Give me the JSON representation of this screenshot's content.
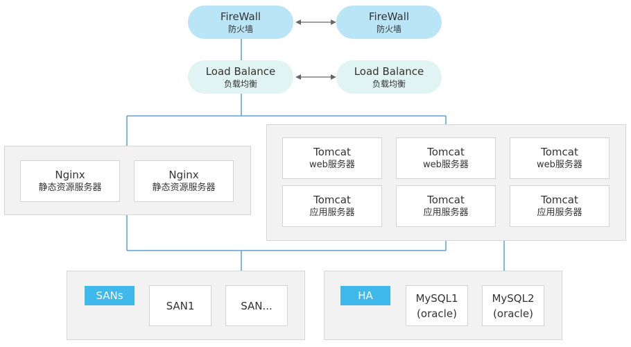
{
  "firewall": {
    "left": {
      "title": "FireWall",
      "subtitle": "防火墙"
    },
    "right": {
      "title": "FireWall",
      "subtitle": "防火墙"
    }
  },
  "load_balance": {
    "left": {
      "title": "Load Balance",
      "subtitle": "负载均衡"
    },
    "right": {
      "title": "Load Balance",
      "subtitle": "负载均衡"
    }
  },
  "nginx_group": {
    "servers": [
      {
        "title": "Nginx",
        "subtitle": "静态资源服务器"
      },
      {
        "title": "Nginx",
        "subtitle": "静态资源服务器"
      }
    ]
  },
  "tomcat_group": {
    "web_servers": [
      {
        "title": "Tomcat",
        "subtitle": "web服务器"
      },
      {
        "title": "Tomcat",
        "subtitle": "web服务器"
      },
      {
        "title": "Tomcat",
        "subtitle": "web服务器"
      }
    ],
    "app_servers": [
      {
        "title": "Tomcat",
        "subtitle": "应用服务器"
      },
      {
        "title": "Tomcat",
        "subtitle": "应用服务器"
      },
      {
        "title": "Tomcat",
        "subtitle": "应用服务器"
      }
    ]
  },
  "san_group": {
    "tag": "SANs",
    "items": [
      "SAN1",
      "SAN..."
    ]
  },
  "ha_group": {
    "tag": "HA",
    "items": [
      {
        "line1": "MySQL1",
        "line2": "(oracle)"
      },
      {
        "line1": "MySQL2",
        "line2": "(oracle)"
      }
    ]
  },
  "colors": {
    "firewall_fill": "#b9e5f7",
    "load_balance_fill": "#dff4f3",
    "connector_blue": "#3b8fd4",
    "tag_blue": "#3fb8ec",
    "group_fill": "#f2f2f2"
  }
}
